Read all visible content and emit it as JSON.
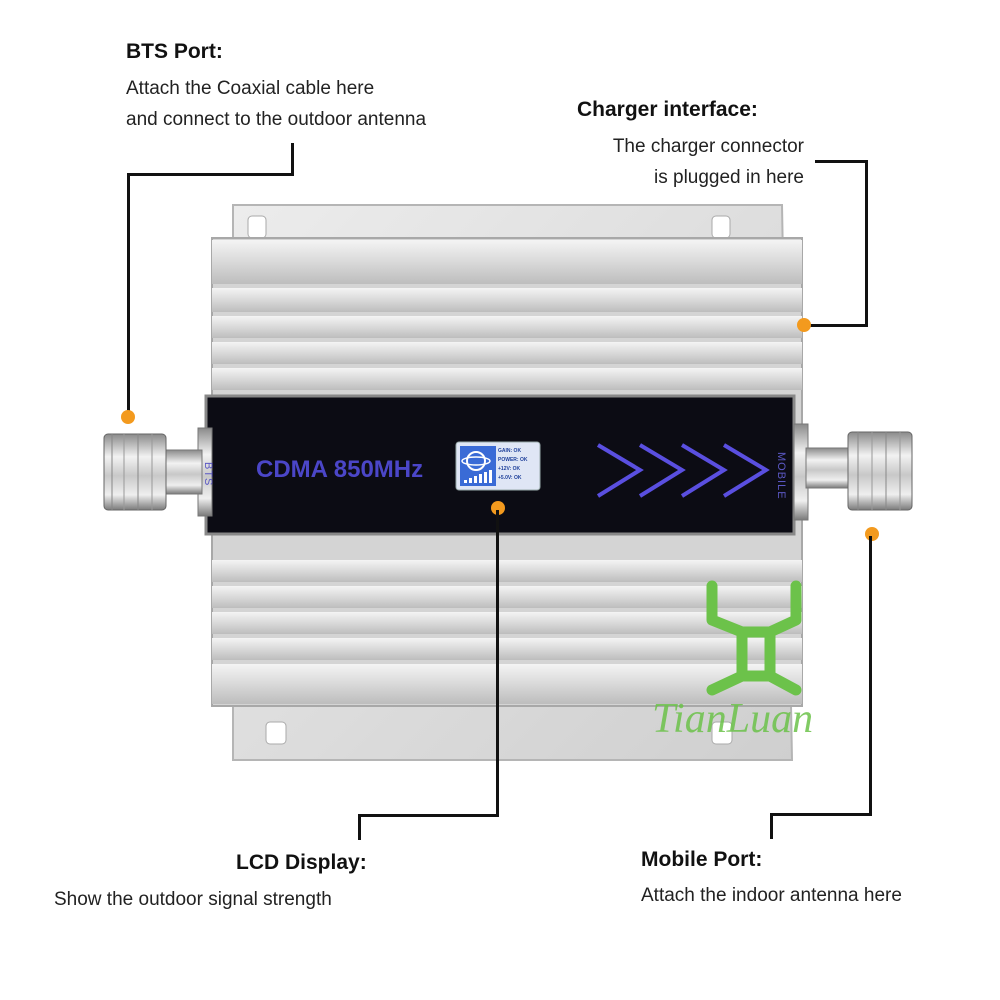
{
  "callouts": {
    "bts": {
      "title": "BTS Port:",
      "line1": "Attach the Coaxial cable here",
      "line2": "and connect to the outdoor antenna"
    },
    "charger": {
      "title": "Charger interface:",
      "line1": "The charger connector",
      "line2": "is plugged in here"
    },
    "lcd": {
      "title": "LCD Display:",
      "line1": "Show the outdoor signal strength"
    },
    "mobile": {
      "title": "Mobile Port:",
      "line1": "Attach the indoor antenna here"
    }
  },
  "device": {
    "model_label": "CDMA 850MHz",
    "left_port_label": "BTS",
    "right_port_label": "MOBILE",
    "lcd_status": [
      "GAIN: OK",
      "POWER: OK",
      "+12V: OK",
      "+5.0V: OK"
    ]
  },
  "brand": {
    "name": "TianLuan",
    "color": "#6cc24a"
  },
  "colors": {
    "dot": "#f39a1e",
    "panel": "#0c0c14",
    "panel_text": "#4b46c8",
    "chevron": "#5a4fe0",
    "lcd_bg": "#3a6bd6"
  }
}
